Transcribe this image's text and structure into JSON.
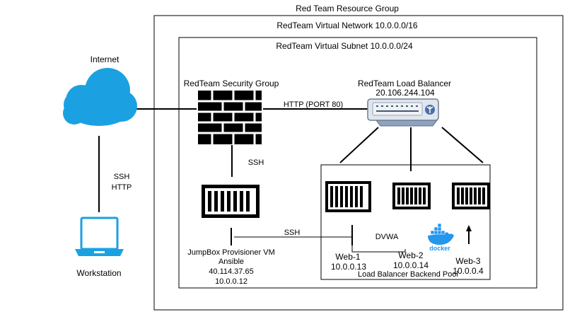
{
  "resource_group": {
    "label": "Red Team Resource Group"
  },
  "virtual_network": {
    "label": "RedTeam Virtual Network 10.0.0.0/16"
  },
  "virtual_subnet": {
    "label": "RedTeam Virtual Subnet 10.0.0.0/24"
  },
  "internet": {
    "label": "Internet",
    "icon": "cloud-icon",
    "color": "#1ba1e2"
  },
  "security_group": {
    "label": "RedTeam Security Group",
    "icon": "firewall-icon"
  },
  "load_balancer": {
    "label": "RedTeam Load Balancer",
    "ip": "20.106.244.104",
    "icon": "load-balancer-icon"
  },
  "links": {
    "http_port": "HTTP (PORT 80)",
    "ssh_firewall_jumpbox": "SSH",
    "ssh_jumpbox_pool": "SSH",
    "internet_workstation_line1": "SSH",
    "internet_workstation_line2": "HTTP"
  },
  "jumpbox": {
    "line1": "JumpBox Provisioner VM",
    "line2": "Ansible",
    "line3": "40.114.37.65",
    "line4": "10.0.0.12",
    "icon": "server-icon"
  },
  "workstation": {
    "label": "Workstation",
    "icon": "laptop-icon",
    "color": "#1ba1e2"
  },
  "backend_pool": {
    "label": "Load Balancer Backend Pool",
    "app_label": "DVWA",
    "docker_label": "docker",
    "docker_color": "#2396ed",
    "servers": [
      {
        "name": "Web-1",
        "ip": "10.0.0.13"
      },
      {
        "name": "Web-2",
        "ip": "10.0.0.14"
      },
      {
        "name": "Web-3",
        "ip": "10.0.0.4"
      }
    ]
  }
}
